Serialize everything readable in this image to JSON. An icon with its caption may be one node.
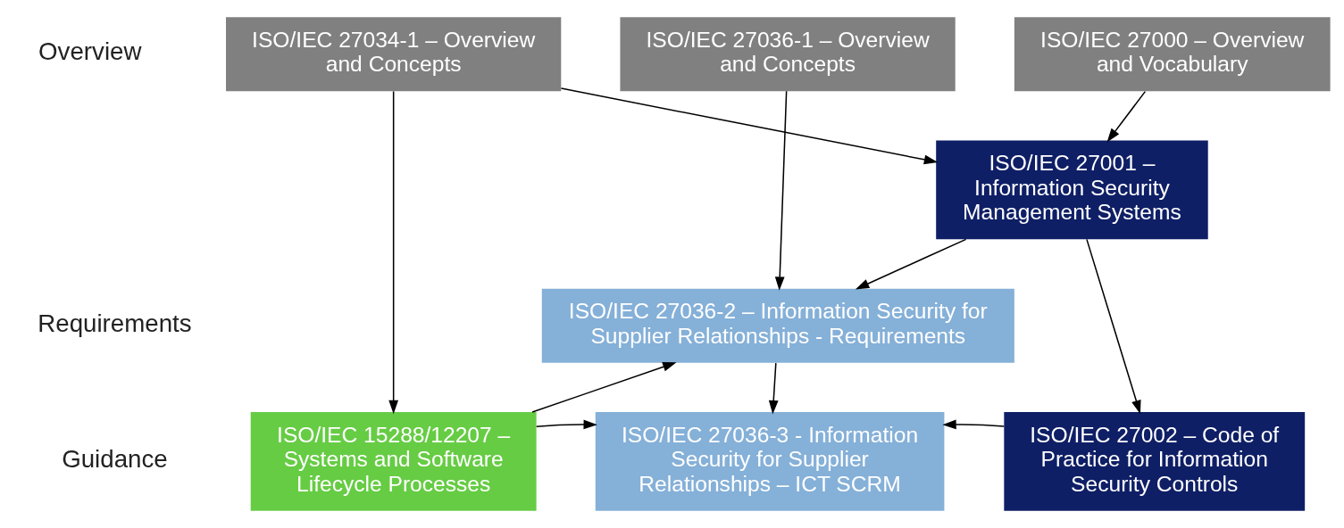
{
  "diagram": {
    "nodes": [
      {
        "text": [
          "ISO/IEC 27034-1 – Overview and Concepts"
        ]
      },
      {
        "text": [
          "ISO/IEC 27036-1 – Overview and Concepts"
        ]
      },
      {
        "text": [
          "ISO/IEC 27000 – Overview and Vocabulary"
        ]
      },
      {
        "text": [
          "ISO/IEC 27001 – Information Security Management Systems"
        ]
      },
      {
        "text": [
          "ISO/IEC 27036-2 – Information Security for Supplier Relationships - Requirements"
        ]
      },
      {
        "text": [
          "ISO/IEC 15288/12207 – Systems and Software Lifecycle Processes"
        ]
      },
      {
        "text": [
          "ISO/IEC 27036-3 - Information Security for Supplier Relationships – ICT SCRM"
        ]
      },
      {
        "text": [
          "ISO/IEC 27002 – Code of Practice for Information Security Controls"
        ]
      }
    ],
    "edges": [
      {
        "from": 0,
        "to": 5,
        "arrow": "to"
      },
      {
        "from": 0,
        "to": 3,
        "arrow": "to"
      },
      {
        "from": 1,
        "to": 4,
        "arrow": "to"
      },
      {
        "from": 2,
        "to": 3,
        "arrow": "to"
      },
      {
        "from": 3,
        "to": 4,
        "arrow": "to"
      },
      {
        "from": 3,
        "to": 7,
        "arrow": "to"
      },
      {
        "from": 4,
        "to": 6,
        "arrow": "to"
      },
      {
        "from": 5,
        "to": 4,
        "arrow": "to"
      },
      {
        "from": 5,
        "to": 6,
        "arrow": "to"
      },
      {
        "from": 7,
        "to": 6,
        "arrow": "to"
      }
    ],
    "labels": [
      "Overview",
      "Requirements",
      "Guidance"
    ]
  }
}
